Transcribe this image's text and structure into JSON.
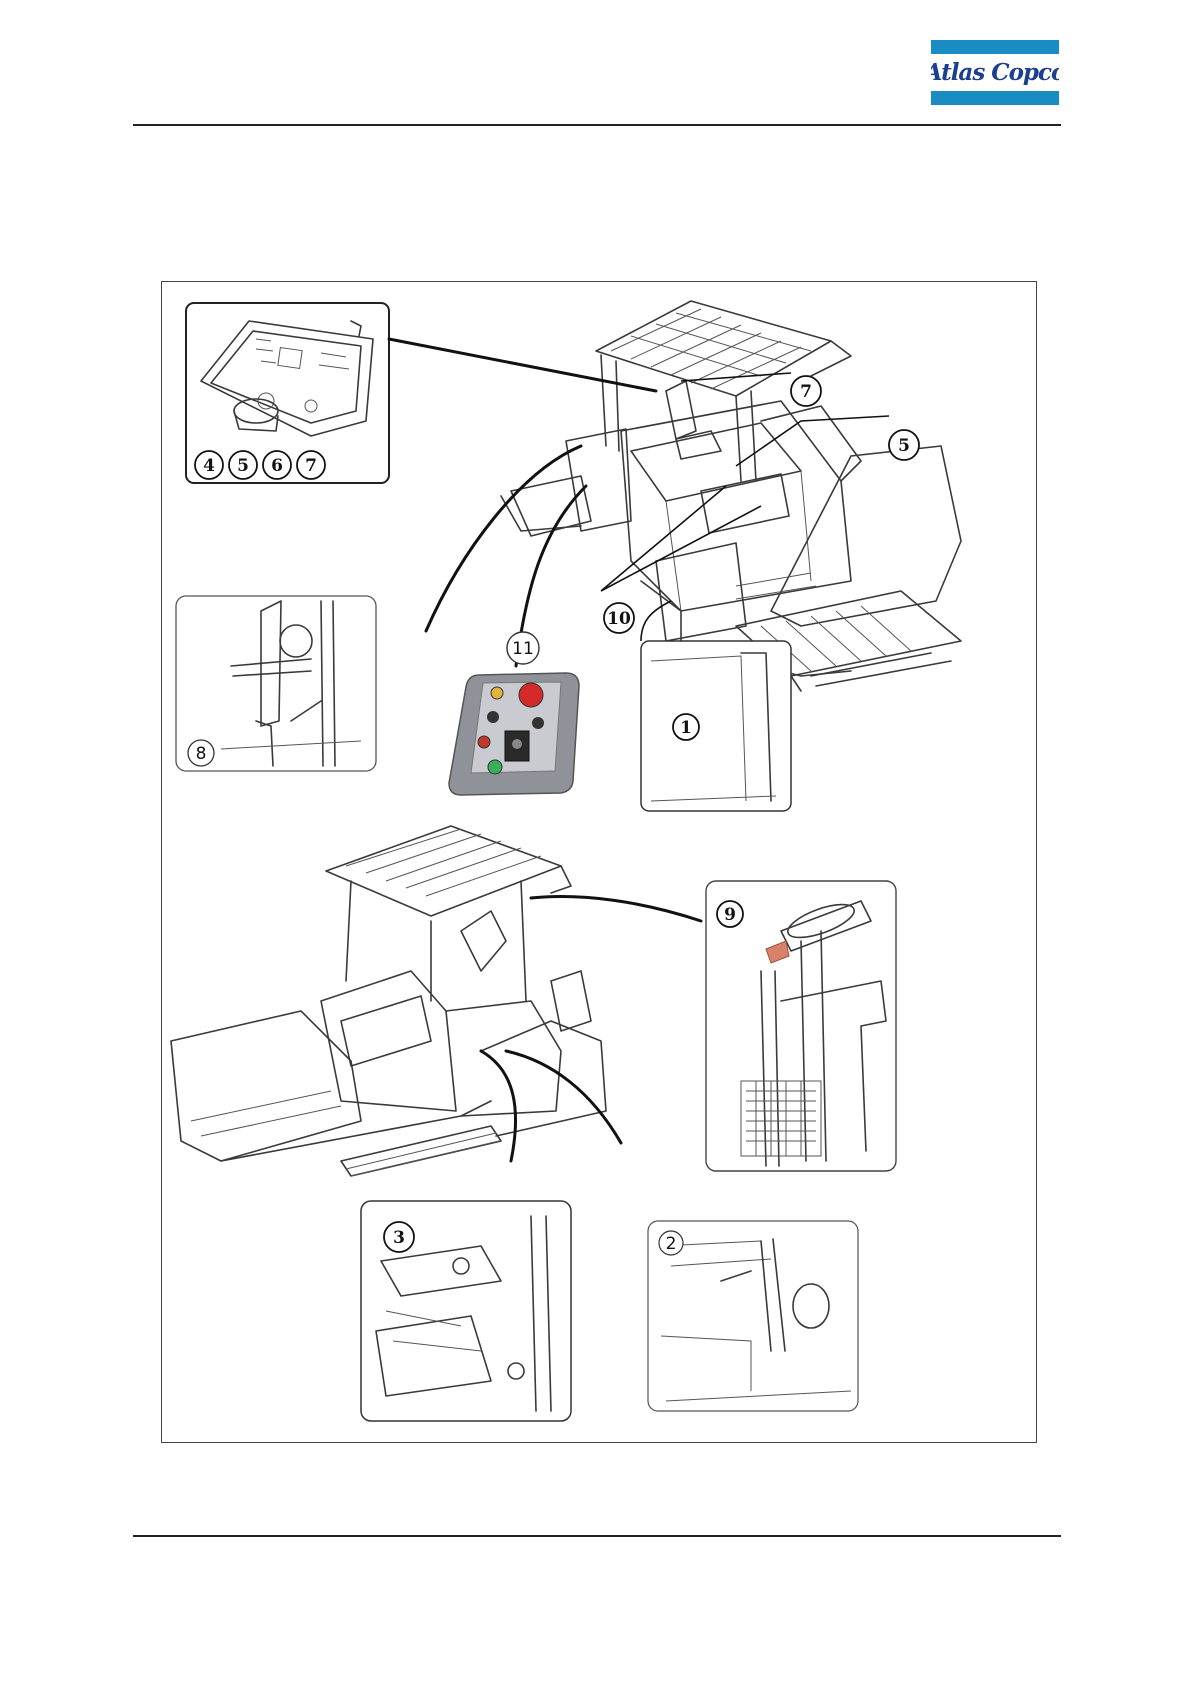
{
  "header": {
    "logo_text": "Atlas Copco",
    "logo_colors": {
      "band": "#1a8cc4",
      "text": "#1c3f8f",
      "background": "#ffffff"
    }
  },
  "figure": {
    "callouts": {
      "c1": "1",
      "c2": "2",
      "c3": "3",
      "c4": "4",
      "c5a": "5",
      "c5b": "5",
      "c6": "6",
      "c7a": "7",
      "c7b": "7",
      "c8": "8",
      "c9": "9",
      "c10": "10",
      "c11": "11"
    },
    "remote": {
      "stop_button_color": "#d42a2a",
      "amber_lamp_color": "#e3b23c",
      "red_lamp_color": "#c0392b",
      "green_button_color": "#3cae5a",
      "body_color": "#8f9299"
    },
    "fire_tag_color": "#d9826b"
  }
}
